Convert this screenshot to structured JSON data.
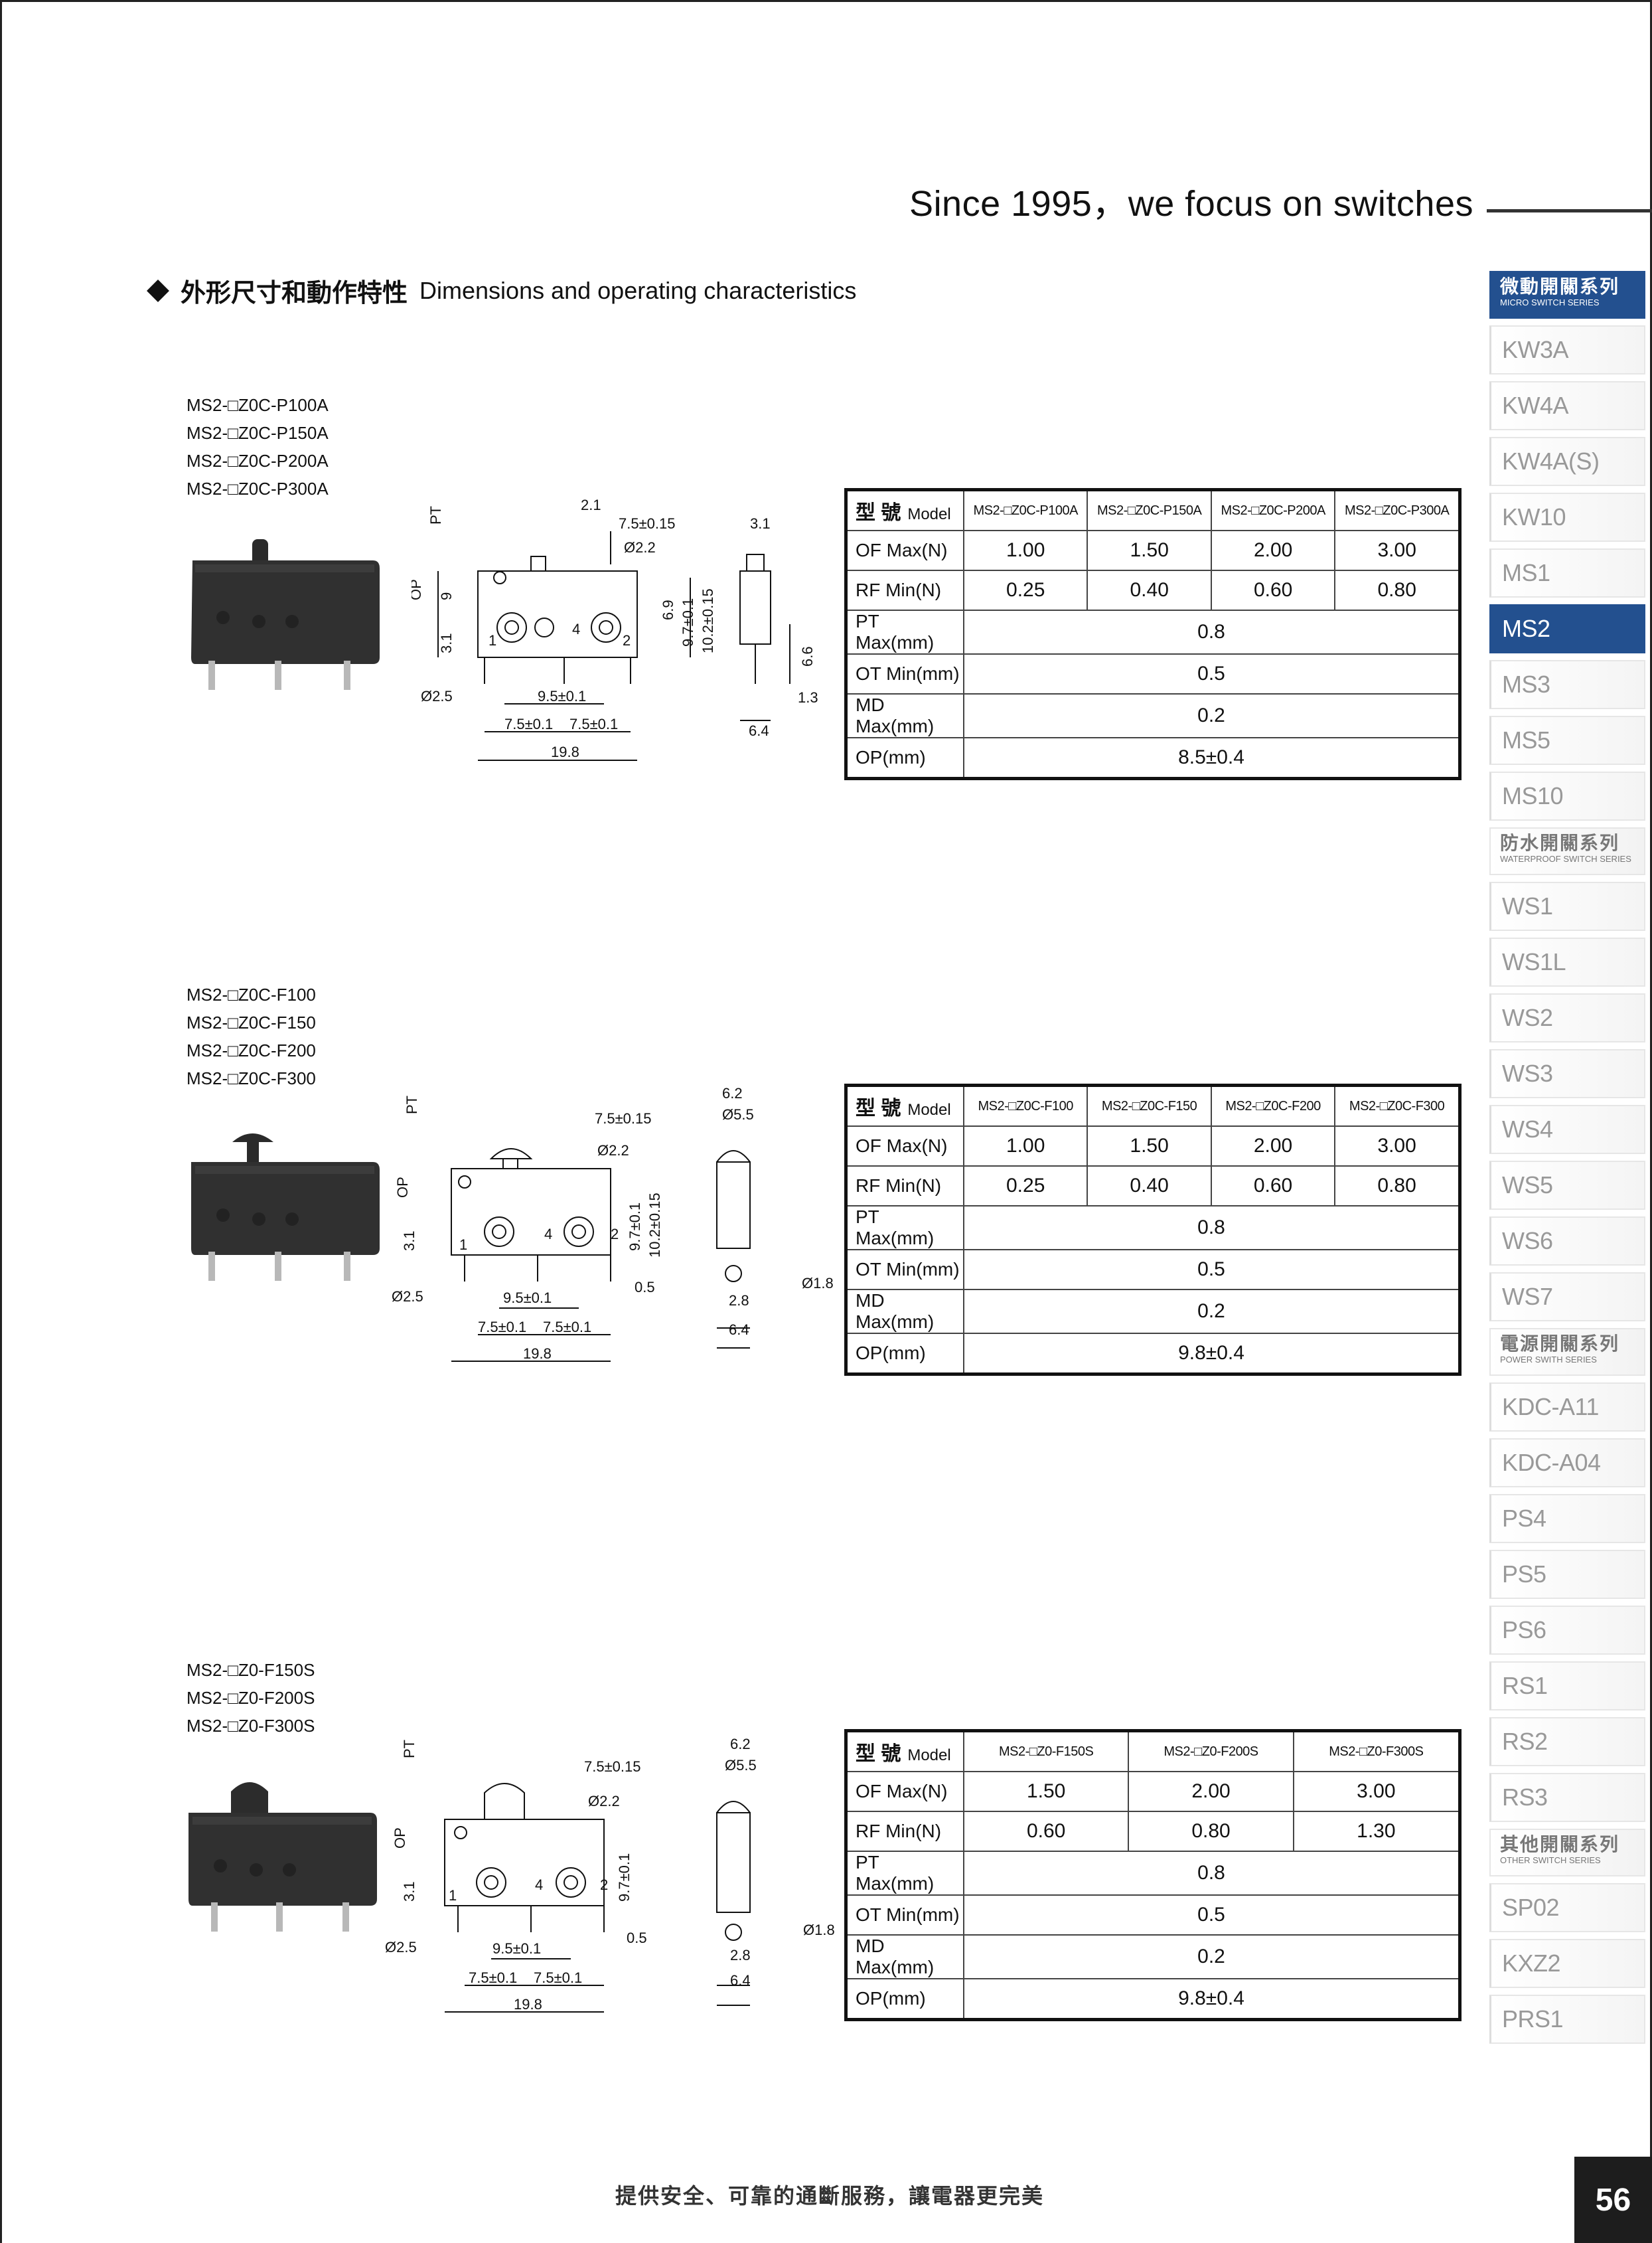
{
  "header": {
    "title": "Since 1995，we focus on switches"
  },
  "section": {
    "title_cn": "外形尺寸和動作特性",
    "title_en": "Dimensions and operating characteristics"
  },
  "blocks": [
    {
      "models": [
        "MS2-□Z0C-P100A",
        "MS2-□Z0C-P150A",
        "MS2-□Z0C-P200A",
        "MS2-□Z0C-P300A"
      ],
      "table": {
        "header_cn": "型 號",
        "header_en": "Model",
        "columns": [
          "MS2-□Z0C-P100A",
          "MS2-□Z0C-P150A",
          "MS2-□Z0C-P200A",
          "MS2-□Z0C-P300A"
        ],
        "of_label": "OF Max(N)",
        "of": [
          "1.00",
          "1.50",
          "2.00",
          "3.00"
        ],
        "rf_label": "RF Min(N)",
        "rf": [
          "0.25",
          "0.40",
          "0.60",
          "0.80"
        ],
        "pt_label": "PT Max(mm)",
        "pt": "0.8",
        "ot_label": "OT Min(mm)",
        "ot": "0.5",
        "md_label": "MD Max(mm)",
        "md": "0.2",
        "op_label": "OP(mm)",
        "op": "8.5±0.4"
      },
      "dims": {
        "pt": "PT",
        "op": "OP",
        "d21": "2.1",
        "d75a": "7.5±0.15",
        "dia22": "Ø2.2",
        "d9": "9",
        "d31": "3.1",
        "d69": "6.9",
        "d97": "9.7±0.1",
        "d102": "10.2±0.15",
        "dia25": "Ø2.5",
        "d95": "9.5±0.1",
        "d75b": "7.5±0.1",
        "d75c": "7.5±0.1",
        "d198": "19.8",
        "d31s": "3.1",
        "d66": "6.6",
        "d13": "1.3",
        "d64": "6.4",
        "p1": "1",
        "p2": "2",
        "p4": "4"
      }
    },
    {
      "models": [
        "MS2-□Z0C-F100",
        "MS2-□Z0C-F150",
        "MS2-□Z0C-F200",
        "MS2-□Z0C-F300"
      ],
      "table": {
        "header_cn": "型 號",
        "header_en": "Model",
        "columns": [
          "MS2-□Z0C-F100",
          "MS2-□Z0C-F150",
          "MS2-□Z0C-F200",
          "MS2-□Z0C-F300"
        ],
        "of_label": "OF Max(N)",
        "of": [
          "1.00",
          "1.50",
          "2.00",
          "3.00"
        ],
        "rf_label": "RF Min(N)",
        "rf": [
          "0.25",
          "0.40",
          "0.60",
          "0.80"
        ],
        "pt_label": "PT Max(mm)",
        "pt": "0.8",
        "ot_label": "OT Min(mm)",
        "ot": "0.5",
        "md_label": "MD Max(mm)",
        "md": "0.2",
        "op_label": "OP(mm)",
        "op": "9.8±0.4"
      },
      "dims": {
        "pt": "PT",
        "op": "OP",
        "d75a": "7.5±0.15",
        "dia22": "Ø2.2",
        "d31": "3.1",
        "d97": "9.7±0.1",
        "d102": "10.2±0.15",
        "dia25": "Ø2.5",
        "d95": "9.5±0.1",
        "d05": "0.5",
        "d75b": "7.5±0.1",
        "d75c": "7.5±0.1",
        "d198": "19.8",
        "d62": "6.2",
        "dia55": "Ø5.5",
        "dia18": "Ø1.8",
        "d28": "2.8",
        "d64": "6.4",
        "p1": "1",
        "p2": "2",
        "p4": "4"
      }
    },
    {
      "models": [
        "MS2-□Z0-F150S",
        "MS2-□Z0-F200S",
        "MS2-□Z0-F300S"
      ],
      "table": {
        "header_cn": "型 號",
        "header_en": "Model",
        "columns": [
          "MS2-□Z0-F150S",
          "MS2-□Z0-F200S",
          "MS2-□Z0-F300S"
        ],
        "of_label": "OF Max(N)",
        "of": [
          "1.50",
          "2.00",
          "3.00"
        ],
        "rf_label": "RF Min(N)",
        "rf": [
          "0.60",
          "0.80",
          "1.30"
        ],
        "pt_label": "PT Max(mm)",
        "pt": "0.8",
        "ot_label": "OT Min(mm)",
        "ot": "0.5",
        "md_label": "MD Max(mm)",
        "md": "0.2",
        "op_label": "OP(mm)",
        "op": "9.8±0.4"
      },
      "dims": {
        "pt": "PT",
        "op": "OP",
        "d75a": "7.5±0.15",
        "dia22": "Ø2.2",
        "d31": "3.1",
        "d97": "9.7±0.1",
        "dia25": "Ø2.5",
        "d95": "9.5±0.1",
        "d05": "0.5",
        "d75b": "7.5±0.1",
        "d75c": "7.5±0.1",
        "d198": "19.8",
        "d62": "6.2",
        "dia55": "Ø5.5",
        "dia18": "Ø1.8",
        "d28": "2.8",
        "d64": "6.4",
        "p1": "1",
        "p2": "2",
        "p4": "4"
      }
    }
  ],
  "sidebar": {
    "cat_micro": {
      "cn": "微動開關系列",
      "en": "MICRO SWITCH SERIES"
    },
    "micro_items": [
      "KW3A",
      "KW4A",
      "KW4A(S)",
      "KW10",
      "MS1",
      "MS2",
      "MS3",
      "MS5",
      "MS10"
    ],
    "cat_water": {
      "cn": "防水開關系列",
      "en": "WATERPROOF SWITCH SERIES"
    },
    "water_items": [
      "WS1",
      "WS1L",
      "WS2",
      "WS3",
      "WS4",
      "WS5",
      "WS6",
      "WS7"
    ],
    "cat_power": {
      "cn": "電源開關系列",
      "en": "POWER SWITH SERIES"
    },
    "power_items": [
      "KDC-A11",
      "KDC-A04",
      "PS4",
      "PS5",
      "PS6",
      "RS1",
      "RS2",
      "RS3"
    ],
    "cat_other": {
      "cn": "其他開關系列",
      "en": "OTHER SWITCH SERIES"
    },
    "other_items": [
      "SP02",
      "KXZ2",
      "PRS1"
    ],
    "active_item": "MS2"
  },
  "footer": {
    "slogan": "提供安全、可靠的通斷服務，讓電器更完美",
    "page_number": "56"
  },
  "colors": {
    "accent": "#23508f",
    "sidebar_text": "#999999",
    "page_box": "#1d1d1d"
  }
}
